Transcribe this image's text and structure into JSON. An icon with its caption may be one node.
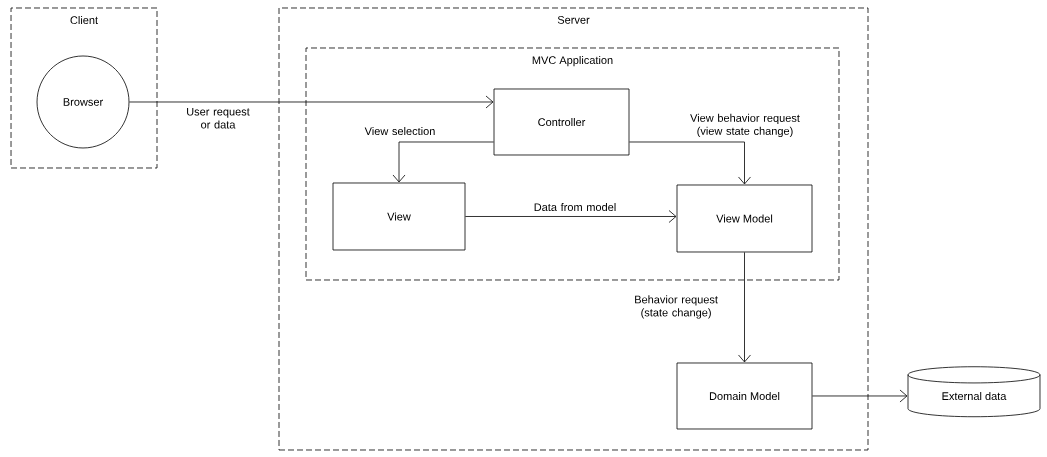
{
  "diagram": {
    "nodes": [
      {
        "text": [
          "Client"
        ]
      },
      {
        "text": [
          "Browser"
        ],
        "in": 0
      },
      {
        "text": [
          "Server"
        ]
      },
      {
        "text": [
          "MVC Application"
        ],
        "in": 2
      },
      {
        "text": [
          "Controller"
        ],
        "in": 3
      },
      {
        "text": [
          "View"
        ],
        "in": 3
      },
      {
        "text": [
          "View Model"
        ],
        "in": 3
      },
      {
        "text": [
          "Domain Model"
        ],
        "in": 2
      },
      {
        "text": [
          "External data"
        ]
      }
    ],
    "edges": [
      {
        "from": 1,
        "to": 4,
        "arrow": "to",
        "label": "User request or data"
      },
      {
        "from": 4,
        "to": 5,
        "arrow": "to",
        "label": "View selection"
      },
      {
        "from": 4,
        "to": 6,
        "arrow": "to",
        "label": "View behavior request (view state change)"
      },
      {
        "from": 5,
        "to": 6,
        "arrow": "to",
        "label": "Data from model"
      },
      {
        "from": 6,
        "to": 7,
        "arrow": "to",
        "label": "Behavior request (state change)"
      },
      {
        "from": 7,
        "to": 8,
        "arrow": "to"
      }
    ]
  }
}
